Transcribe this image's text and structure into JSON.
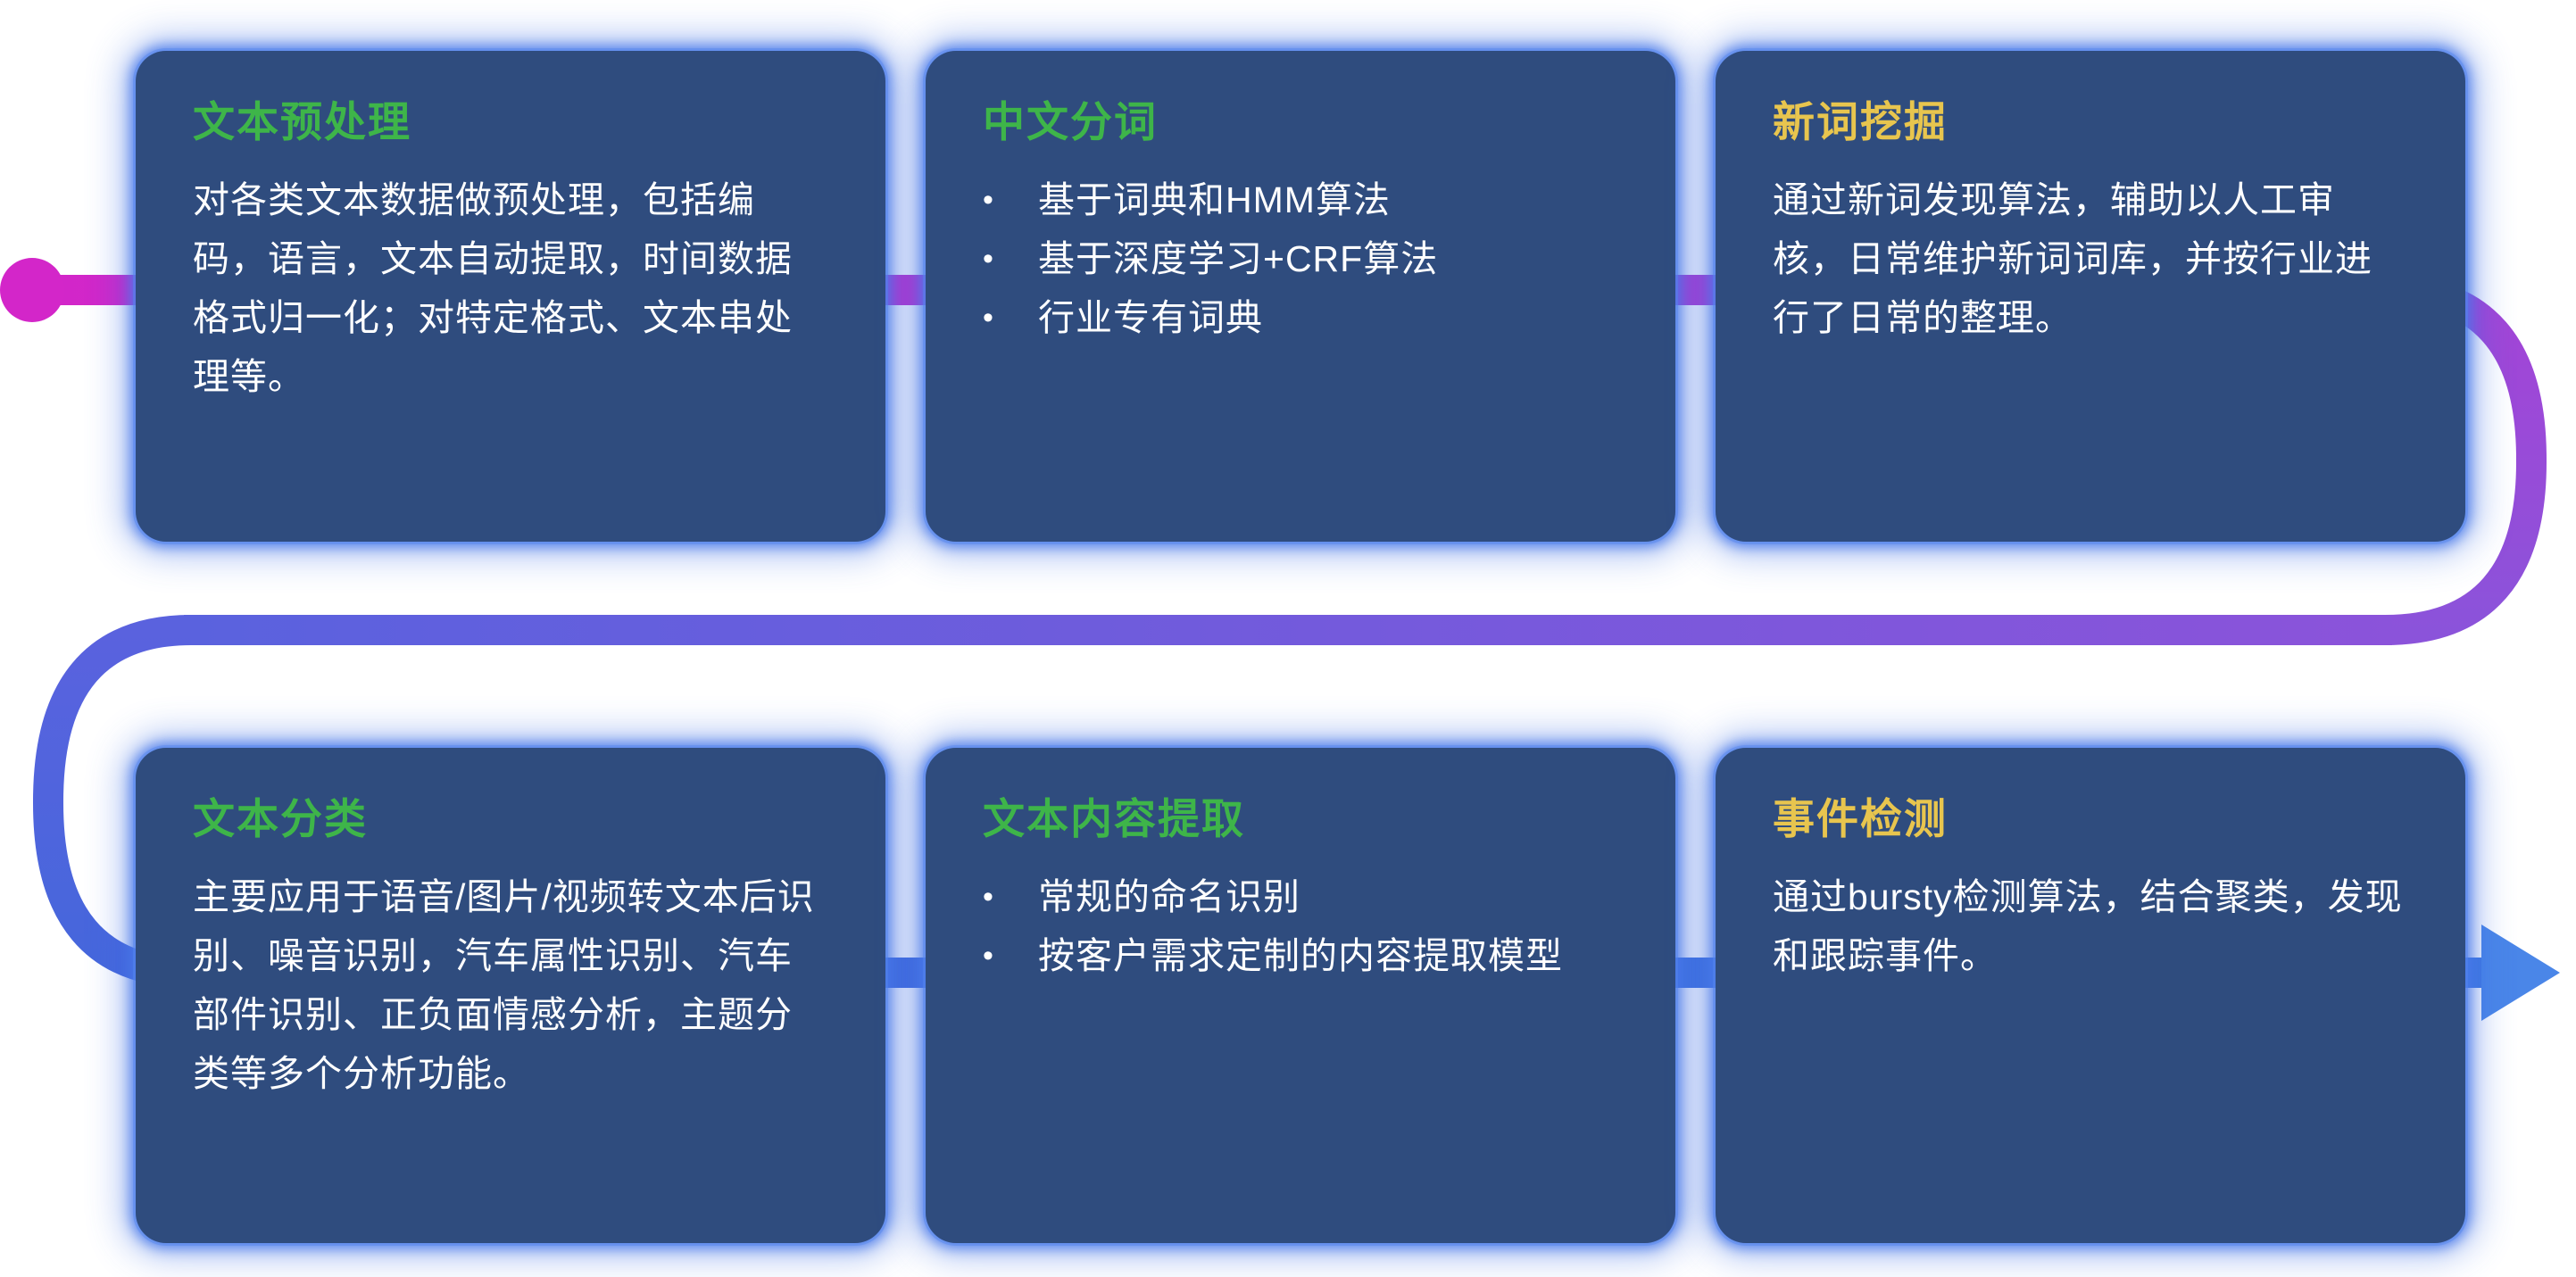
{
  "flow": {
    "start_marker": "dot",
    "end_marker": "arrow",
    "start_dot_color": "#d326c9",
    "gradient_stops": [
      "#d326c9",
      "#a444d6",
      "#8b53da",
      "#5a62de",
      "#4567dc",
      "#4079e2"
    ],
    "arrow_color": "#4a86e8"
  },
  "style": {
    "card_bg": "#2f4c7e",
    "glow_color": "#3f74e6",
    "title_green": "#3eb549",
    "title_yellow": "#e8c54e",
    "body_text_color": "#ffffff",
    "bullet_char": "•"
  },
  "cards": [
    {
      "id": "text-preprocessing",
      "title": "文本预处理",
      "title_color": "#3eb549",
      "body": "对各类文本数据做预处理，包括编码，语言，文本自动提取，时间数据格式归一化；对特定格式、文本串处理等。"
    },
    {
      "id": "chinese-word-segmentation",
      "title": "中文分词",
      "title_color": "#3eb549",
      "bullets": [
        "基于词典和HMM算法",
        "基于深度学习+CRF算法",
        "行业专有词典"
      ]
    },
    {
      "id": "new-word-mining",
      "title": "新词挖掘",
      "title_color": "#e8c54e",
      "body": "通过新词发现算法，辅助以人工审核，日常维护新词词库，并按行业进行了日常的整理。"
    },
    {
      "id": "text-classification",
      "title": "文本分类",
      "title_color": "#3eb549",
      "body": "主要应用于语音/图片/视频转文本后识别、噪音识别，汽车属性识别、汽车部件识别、正负面情感分析，主题分类等多个分析功能。"
    },
    {
      "id": "text-content-extraction",
      "title": "文本内容提取",
      "title_color": "#3eb549",
      "bullets": [
        "常规的命名识别",
        "按客户需求定制的内容提取模型"
      ]
    },
    {
      "id": "event-detection",
      "title": "事件检测",
      "title_color": "#e8c54e",
      "body": "通过bursty检测算法，结合聚类，发现和跟踪事件。"
    }
  ]
}
